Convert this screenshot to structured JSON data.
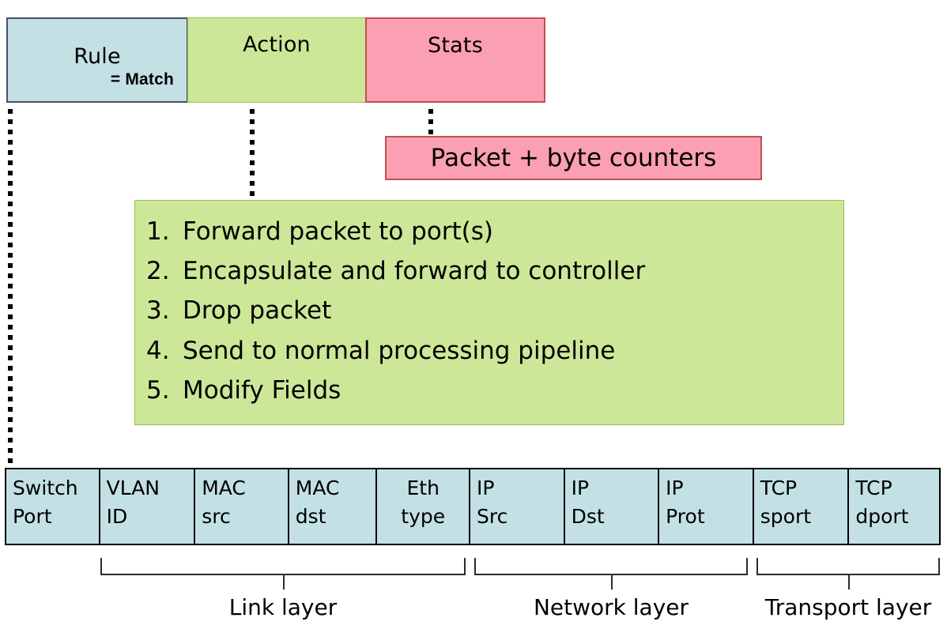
{
  "flow_entry": {
    "cells": [
      {
        "label": "Rule",
        "sublabel": "= Match",
        "fill": "#c3e0e5",
        "stroke": "#44546a"
      },
      {
        "label": "Action",
        "fill": "#cde798",
        "stroke": "#9bbb59"
      },
      {
        "label": "Stats",
        "fill": "#fba0b3",
        "stroke": "#c0504d"
      }
    ]
  },
  "stats_detail": {
    "text": "Packet + byte counters",
    "fill": "#fba0b3",
    "stroke": "#c0504d"
  },
  "action_detail": {
    "fill": "#cde798",
    "stroke": "#9bbb59",
    "items": [
      {
        "num": "1.",
        "text": "Forward packet to port(s)"
      },
      {
        "num": "2.",
        "text": "Encapsulate and forward to controller"
      },
      {
        "num": "3.",
        "text": "Drop packet"
      },
      {
        "num": "4.",
        "text": "Send to normal processing pipeline"
      },
      {
        "num": "5.",
        "text": "Modify Fields"
      }
    ]
  },
  "match_fields": {
    "fill": "#c3e0e5",
    "stroke": "#000000",
    "columns": [
      {
        "line1": "Switch",
        "line2": "Port",
        "align": "left",
        "width": 119
      },
      {
        "line1": "VLAN",
        "line2": "ID",
        "align": "left",
        "width": 121
      },
      {
        "line1": "MAC",
        "line2": "src",
        "align": "left",
        "width": 119
      },
      {
        "line1": "MAC",
        "line2": "dst",
        "align": "left",
        "width": 112
      },
      {
        "line1": "Eth",
        "line2": "type",
        "align": "center",
        "width": 118
      },
      {
        "line1": "IP",
        "line2": "Src",
        "align": "left",
        "width": 120
      },
      {
        "line1": "IP",
        "line2": "Dst",
        "align": "left",
        "width": 120
      },
      {
        "line1": "IP",
        "line2": "Prot",
        "align": "left",
        "width": 120
      },
      {
        "line1": "TCP",
        "line2": "sport",
        "align": "left",
        "width": 121
      },
      {
        "line1": "TCP",
        "line2": "dport",
        "align": "left",
        "width": 114
      }
    ]
  },
  "layer_brackets": [
    {
      "label": "Link layer"
    },
    {
      "label": "Network layer"
    },
    {
      "label": "Transport layer"
    }
  ]
}
